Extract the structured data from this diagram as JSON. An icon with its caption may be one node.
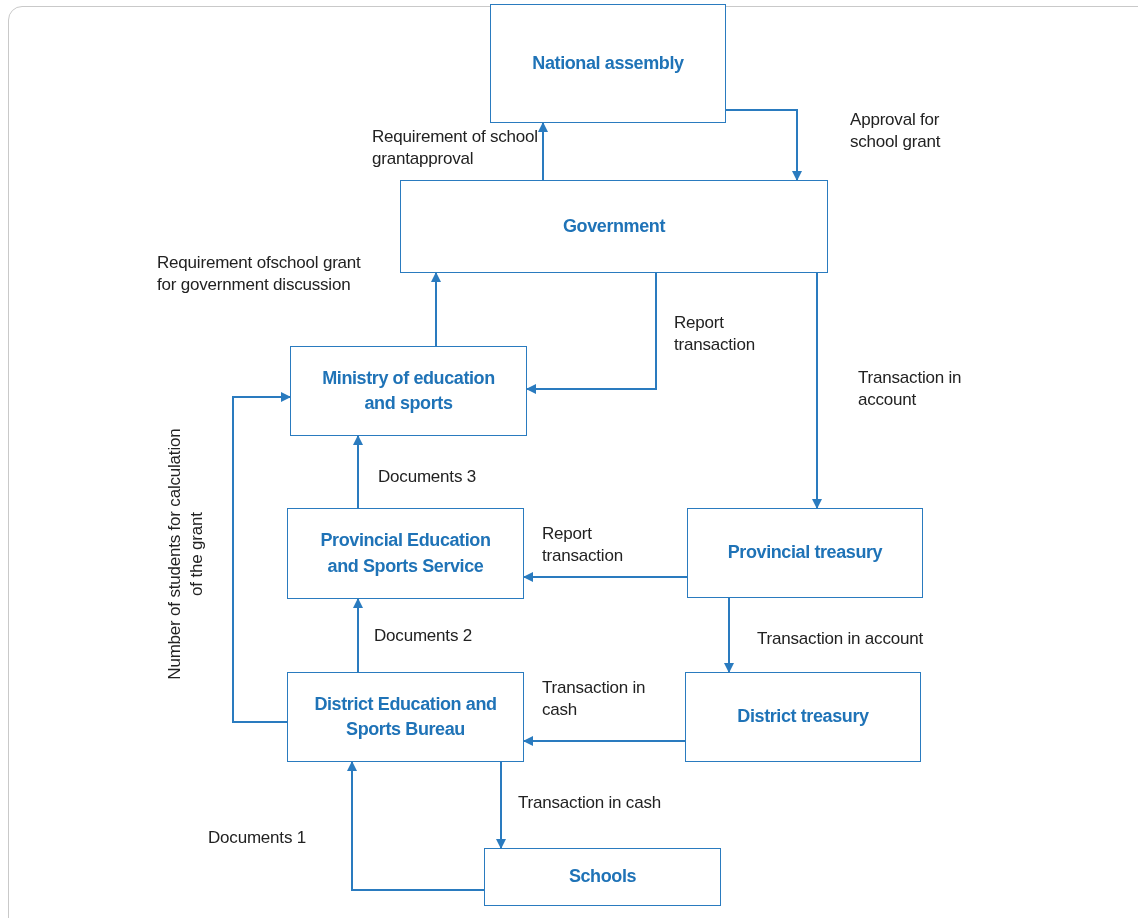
{
  "diagram": {
    "nodes": [
      {
        "text": [
          "National assembly"
        ]
      },
      {
        "text": [
          "Government"
        ]
      },
      {
        "text": [
          "Ministry of education and sports"
        ]
      },
      {
        "text": [
          "Provincial Education and Sports Service"
        ]
      },
      {
        "text": [
          "Provincial treasury"
        ]
      },
      {
        "text": [
          "District Education and Sports Bureau"
        ]
      },
      {
        "text": [
          "District treasury"
        ]
      },
      {
        "text": [
          "Schools"
        ]
      }
    ],
    "edges": [
      {
        "from": 1,
        "to": 0,
        "arrow": "to",
        "label": "Requirement of school grantapproval"
      },
      {
        "from": 0,
        "to": 1,
        "arrow": "to",
        "label": "Approval for school grant"
      },
      {
        "from": 2,
        "to": 1,
        "arrow": "to",
        "label": "Requirement ofschool grant for government discussion"
      },
      {
        "from": 1,
        "to": 2,
        "arrow": "to",
        "label": "Report transaction"
      },
      {
        "from": 1,
        "to": 4,
        "arrow": "to",
        "label": "Transaction in account"
      },
      {
        "from": 3,
        "to": 2,
        "arrow": "to",
        "label": "Documents 3"
      },
      {
        "from": 4,
        "to": 3,
        "arrow": "to",
        "label": "Report transaction"
      },
      {
        "from": 4,
        "to": 6,
        "arrow": "to",
        "label": "Transaction in account"
      },
      {
        "from": 5,
        "to": 3,
        "arrow": "to",
        "label": "Documents 2"
      },
      {
        "from": 6,
        "to": 5,
        "arrow": "to",
        "label": "Transaction in cash"
      },
      {
        "from": 5,
        "to": 2,
        "arrow": "to",
        "label": "Number of students for calculation of the grant"
      },
      {
        "from": 5,
        "to": 7,
        "arrow": "to",
        "label": "Transaction in cash"
      },
      {
        "from": 7,
        "to": 5,
        "arrow": "to",
        "label": "Documents 1"
      }
    ]
  }
}
